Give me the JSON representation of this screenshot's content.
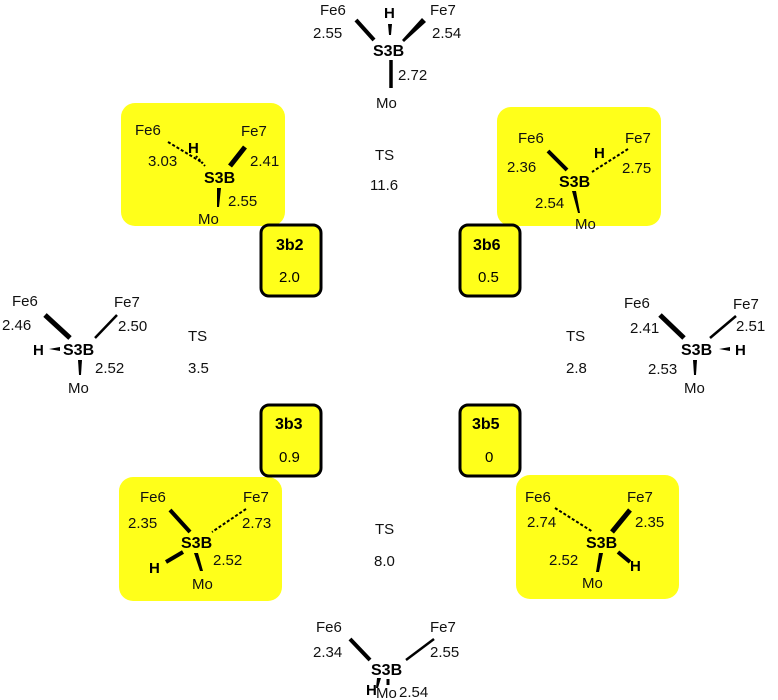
{
  "colors": {
    "highlight": "#ffff1a",
    "stroke": "#000000",
    "text": "#111111"
  },
  "top_ts": {
    "fe6": "Fe6",
    "fe7": "Fe7",
    "s": "S3B",
    "h": "H",
    "mo": "Mo",
    "d_fe6": "2.55",
    "d_fe7": "2.54",
    "d_mo": "2.72"
  },
  "ul_struct": {
    "fe6": "Fe6",
    "fe7": "Fe7",
    "s": "S3B",
    "h": "H",
    "mo": "Mo",
    "d_fe6": "3.03",
    "d_fe7": "2.41",
    "d_mo": "2.55"
  },
  "ur_struct": {
    "fe6": "Fe6",
    "fe7": "Fe7",
    "s": "S3B",
    "h": "H",
    "mo": "Mo",
    "d_fe6": "2.36",
    "d_fe7": "2.75",
    "d_mo": "2.54"
  },
  "l_struct": {
    "fe6": "Fe6",
    "fe7": "Fe7",
    "s": "S3B",
    "h": "H",
    "mo": "Mo",
    "d_fe6": "2.46",
    "d_fe7": "2.50",
    "d_mo": "2.52"
  },
  "r_struct": {
    "fe6": "Fe6",
    "fe7": "Fe7",
    "s": "S3B",
    "h": "H",
    "mo": "Mo",
    "d_fe6": "2.41",
    "d_fe7": "2.51",
    "d_mo": "2.53"
  },
  "ll_struct": {
    "fe6": "Fe6",
    "fe7": "Fe7",
    "s": "S3B",
    "h": "H",
    "mo": "Mo",
    "d_fe6": "2.35",
    "d_fe7": "2.73",
    "d_mo": "2.52"
  },
  "lr_struct": {
    "fe6": "Fe6",
    "fe7": "Fe7",
    "s": "S3B",
    "h": "H",
    "mo": "Mo",
    "d_fe6": "2.74",
    "d_fe7": "2.35",
    "d_mo": "2.52"
  },
  "bot_ts": {
    "fe6": "Fe6",
    "fe7": "Fe7",
    "s": "S3B",
    "h": "H",
    "mo": "Mo",
    "d_fe6": "2.34",
    "d_fe7": "2.55",
    "d_mo": "2.54"
  },
  "ts_top": {
    "label": "TS",
    "energy": "11.6"
  },
  "ts_left": {
    "label": "TS",
    "energy": "3.5"
  },
  "ts_right": {
    "label": "TS",
    "energy": "2.8"
  },
  "ts_bottom": {
    "label": "TS",
    "energy": "8.0"
  },
  "box_3b2": {
    "name": "3b2",
    "energy": "2.0"
  },
  "box_3b6": {
    "name": "3b6",
    "energy": "0.5"
  },
  "box_3b3": {
    "name": "3b3",
    "energy": "0.9"
  },
  "box_3b5": {
    "name": "3b5",
    "energy": "0"
  }
}
